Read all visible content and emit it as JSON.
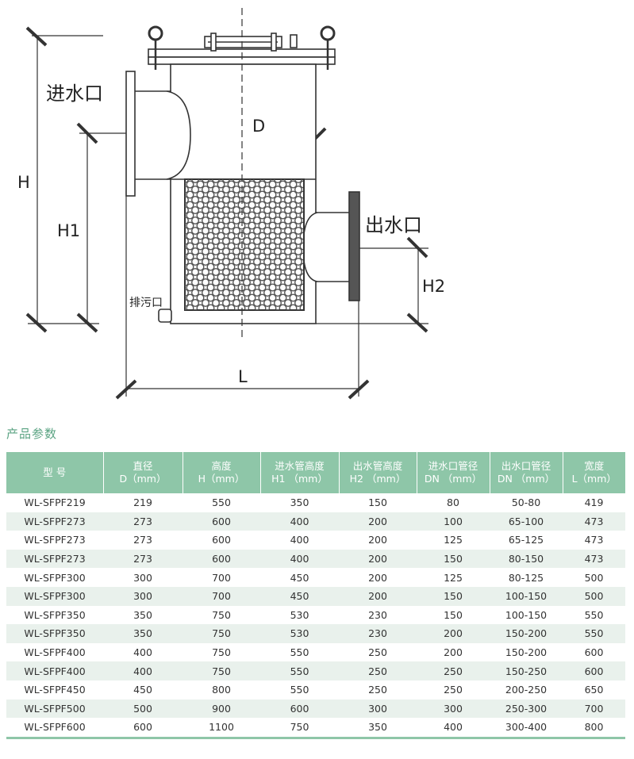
{
  "diagram": {
    "labels": {
      "inlet": "进水口",
      "outlet": "出水口",
      "drain": "排污口",
      "D": "D",
      "H": "H",
      "H1": "H1",
      "H2": "H2",
      "L": "L"
    }
  },
  "section_title": "产品参数",
  "table": {
    "headers": [
      {
        "line1": "型 号",
        "line2": ""
      },
      {
        "line1": "直径",
        "line2": "D（mm）"
      },
      {
        "line1": "高度",
        "line2": "H（mm）"
      },
      {
        "line1": "进水管高度",
        "line2": "H1 （mm）"
      },
      {
        "line1": "出水管高度",
        "line2": "H2 （mm）"
      },
      {
        "line1": "进水口管径",
        "line2": "DN （mm）"
      },
      {
        "line1": "出水口管径",
        "line2": "DN （mm）"
      },
      {
        "line1": "宽度",
        "line2": "L（mm）"
      }
    ],
    "rows": [
      [
        "WL-SFPF219",
        "219",
        "550",
        "350",
        "150",
        "80",
        "50-80",
        "419"
      ],
      [
        "WL-SFPF273",
        "273",
        "600",
        "400",
        "200",
        "100",
        "65-100",
        "473"
      ],
      [
        "WL-SFPF273",
        "273",
        "600",
        "400",
        "200",
        "125",
        "65-125",
        "473"
      ],
      [
        "WL-SFPF273",
        "273",
        "600",
        "400",
        "200",
        "150",
        "80-150",
        "473"
      ],
      [
        "WL-SFPF300",
        "300",
        "700",
        "450",
        "200",
        "125",
        "80-125",
        "500"
      ],
      [
        "WL-SFPF300",
        "300",
        "700",
        "450",
        "200",
        "150",
        "100-150",
        "500"
      ],
      [
        "WL-SFPF350",
        "350",
        "750",
        "530",
        "230",
        "150",
        "100-150",
        "550"
      ],
      [
        "WL-SFPF350",
        "350",
        "750",
        "530",
        "230",
        "200",
        "150-200",
        "550"
      ],
      [
        "WL-SFPF400",
        "400",
        "750",
        "550",
        "250",
        "200",
        "150-200",
        "600"
      ],
      [
        "WL-SFPF400",
        "400",
        "750",
        "550",
        "250",
        "250",
        "150-250",
        "600"
      ],
      [
        "WL-SFPF450",
        "450",
        "800",
        "550",
        "250",
        "250",
        "200-250",
        "650"
      ],
      [
        "WL-SFPF500",
        "500",
        "900",
        "600",
        "300",
        "300",
        "250-300",
        "700"
      ],
      [
        "WL-SFPF600",
        "600",
        "1100",
        "750",
        "350",
        "400",
        "300-400",
        "800"
      ]
    ]
  },
  "colors": {
    "header_bg": "#8ec6a8",
    "stripe_bg": "#e9f1ec",
    "title_green": "#5aa382"
  }
}
